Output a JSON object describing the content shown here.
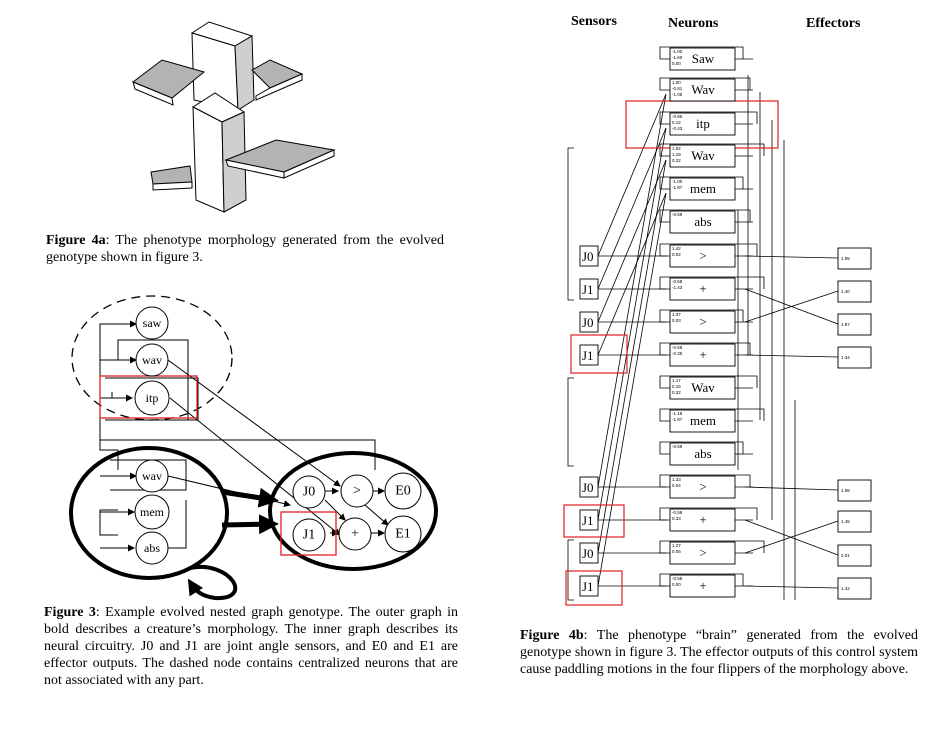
{
  "fig4a": {
    "label": "Figure 4a",
    "text": ": The phenotype morphology generated from the evolved genotype shown in figure 3."
  },
  "fig3": {
    "label": "Figure 3",
    "text": ": Example evolved nested graph genotype. The outer graph in bold describes a creature’s morphology. The inner graph describes its neural circuitry. J0 and J1 are joint angle sensors, and E0 and E1 are effector outputs. The dashed node contains centralized neurons that are not associated with any part.",
    "nodes": {
      "saw": "saw",
      "wav1": "wav",
      "itp": "itp",
      "wav2": "wav",
      "mem": "mem",
      "abs": "abs",
      "j0": "J0",
      "j1": "J1",
      "gt": ">",
      "plus": "+",
      "e0": "E0",
      "e1": "E1"
    }
  },
  "fig4b": {
    "label": "Figure 4b",
    "text": ": The phenotype “brain” generated from the evolved genotype shown in figure 3. The effector outputs of this control system cause paddling motions in the four flippers of the morphology above.",
    "headers": {
      "sensors": "Sensors",
      "neurons": "Neurons",
      "effectors": "Effectors"
    },
    "neurons": [
      {
        "label": "Saw",
        "w": [
          "-1.00",
          "-1.60",
          "0.00"
        ]
      },
      {
        "label": "Wav",
        "w": [
          "1.00",
          "-0.81",
          "-1.08"
        ]
      },
      {
        "label": "itp",
        "w": [
          "-0.86",
          "0.12",
          "-0.43"
        ]
      },
      {
        "label": "Wav",
        "w": [
          "1.02",
          "1.19",
          "0.22"
        ]
      },
      {
        "label": "mem",
        "w": [
          "-1.00",
          "-1.87"
        ]
      },
      {
        "label": "abs",
        "w": [
          "-0.59"
        ]
      },
      {
        "label": ">",
        "w": [
          "1.42",
          "0.02"
        ]
      },
      {
        "label": "+",
        "w": [
          "-0.58",
          "-1.43"
        ]
      },
      {
        "label": ">",
        "w": [
          "1.37",
          "0.03"
        ]
      },
      {
        "label": "+",
        "w": [
          "-0.58",
          "-0.35"
        ]
      },
      {
        "label": "Wav",
        "w": [
          "1.17",
          "0.15",
          "0.32"
        ]
      },
      {
        "label": "mem",
        "w": [
          "-1.18",
          "-1.87"
        ]
      },
      {
        "label": "abs",
        "w": [
          "-0.59"
        ]
      },
      {
        "label": ">",
        "w": [
          "1.33",
          "0.04"
        ]
      },
      {
        "label": "+",
        "w": [
          "-0.58",
          "0.33"
        ]
      },
      {
        "label": ">",
        "w": [
          "1.27",
          "0.05"
        ]
      },
      {
        "label": "+",
        "w": [
          "-0.58",
          "0.00"
        ]
      }
    ],
    "sensors": [
      "J0",
      "J1",
      "J0",
      "J1",
      "J0",
      "J1",
      "J0",
      "J1"
    ],
    "effectors": [
      "1.95",
      "1.40",
      "1.97",
      "1.34",
      "1.98",
      "1.45",
      "2.01",
      "1.42"
    ]
  }
}
